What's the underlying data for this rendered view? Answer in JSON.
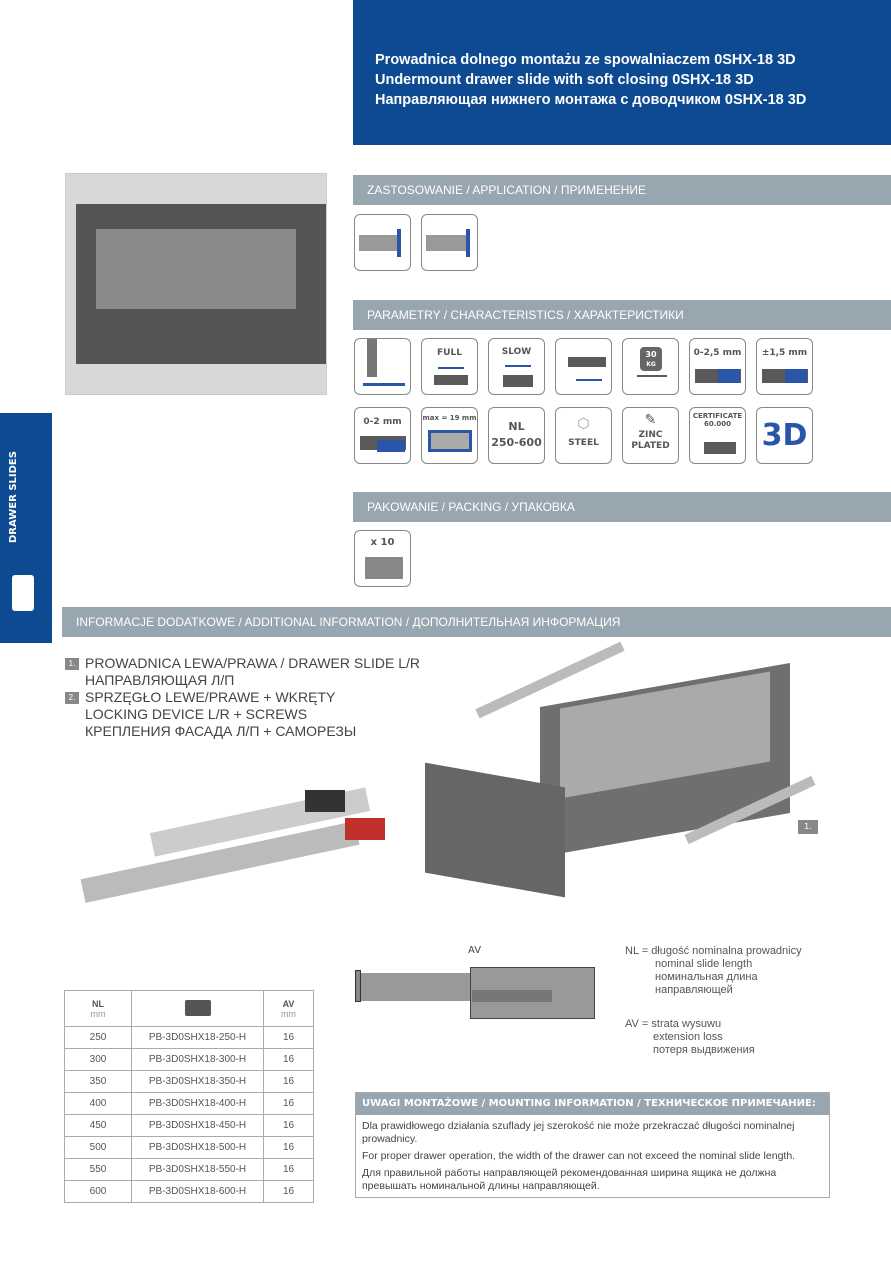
{
  "header": {
    "title_pl": "Prowadnica dolnego montażu ze spowalniaczem 0SHX-18 3D",
    "title_en": "Undermount drawer slide with soft closing 0SHX-18 3D",
    "title_ru": "Направляющая нижнего монтажа с доводчиком 0SHX-18 3D"
  },
  "sidebar": {
    "label": "DRAWER SLIDES"
  },
  "sections": {
    "application": "ZASTOSOWANIE / APPLICATION / ПРИМЕНЕНИЕ",
    "characteristics": "PARAMETRY / CHARACTERISTICS / ХАРАКТЕРИСТИКИ",
    "packing": "PAKOWANIE / PACKING / УПАКОВКА",
    "additional": "INFORMACJE DODATKOWE / ADDITIONAL INFORMATION / ДОПОЛНИТЕЛЬНАЯ ИНФОРМАЦИЯ"
  },
  "icons": {
    "full": "FULL",
    "slow": "SLOW",
    "weight": "30",
    "weight_unit": "KG",
    "height_adj": "0-2,5 mm",
    "side_adj": "±1,5 mm",
    "depth_adj": "0-2 mm",
    "max_thickness": "max = 19 mm",
    "nl": "NL",
    "nl_range": "250-600",
    "steel": "STEEL",
    "zinc": "ZINC",
    "plated": "PLATED",
    "certificate": "CERTIFICATE",
    "cycles": "60.000",
    "three_d": "3D",
    "pack_qty": "x 10"
  },
  "parts": [
    {
      "num": "1.",
      "lines": [
        "PROWADNICA LEWA/PRAWA / DRAWER SLIDE L/R",
        "НАПРАВЛЯЮЩАЯ Л/П"
      ]
    },
    {
      "num": "2.",
      "lines": [
        "SPRZĘGŁO LEWE/PRAWE + WKRĘTY",
        "LOCKING DEVICE L/R + SCREWS",
        "КРЕПЛЕНИЯ ФАСАДА Л/П + САМОРЕЗЫ"
      ]
    }
  ],
  "callout": "1.",
  "diagram_label": "AV",
  "legend": {
    "nl": [
      "NL = długość nominalna prowadnicy",
      "nominal slide length",
      "номинальная длина",
      "направляющей"
    ],
    "av": [
      "AV = strata wysuwu",
      "extension loss",
      "потеря выдвижения"
    ]
  },
  "table": {
    "headers": {
      "nl": "NL",
      "av": "AV",
      "unit": "mm"
    },
    "rows": [
      [
        "250",
        "PB-3D0SHX18-250-H",
        "16"
      ],
      [
        "300",
        "PB-3D0SHX18-300-H",
        "16"
      ],
      [
        "350",
        "PB-3D0SHX18-350-H",
        "16"
      ],
      [
        "400",
        "PB-3D0SHX18-400-H",
        "16"
      ],
      [
        "450",
        "PB-3D0SHX18-450-H",
        "16"
      ],
      [
        "500",
        "PB-3D0SHX18-500-H",
        "16"
      ],
      [
        "550",
        "PB-3D0SHX18-550-H",
        "16"
      ],
      [
        "600",
        "PB-3D0SHX18-600-H",
        "16"
      ]
    ]
  },
  "notes": {
    "title": "UWAGI MONTAŻOWE / MOUNTING INFORMATION / ТЕХНИЧЕСКОЕ ПРИМЕЧАНИЕ:",
    "pl": "Dla prawidłowego działania szuflady jej szerokość nie może przekraczać długości nominalnej prowadnicy.",
    "en": "For proper drawer operation, the width of the drawer can not exceed the nominal slide length.",
    "ru": "Для правильной работы направляющей рекомендованная ширина ящика не должна превышать  номинальной длины направляющей."
  }
}
